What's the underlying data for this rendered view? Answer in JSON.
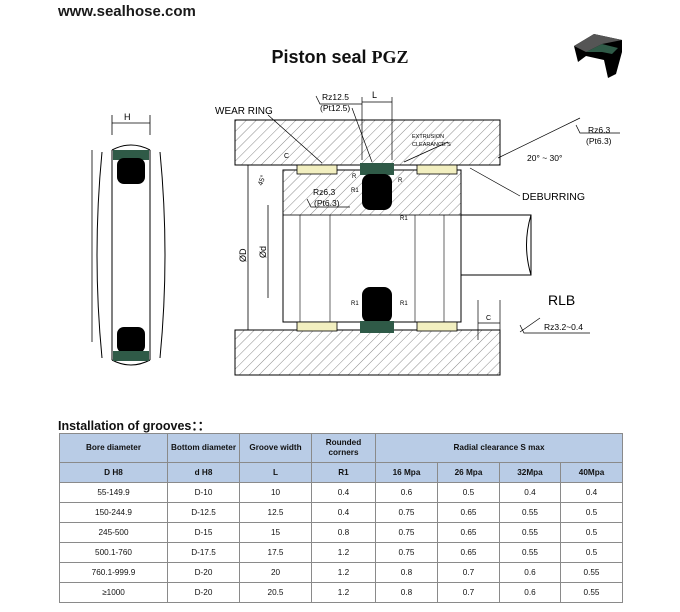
{
  "header": {
    "site_url": "www.sealhose.com",
    "title_main": "Piston seal",
    "title_code": "PGZ"
  },
  "drawing_labels": {
    "h": "H",
    "l": "L",
    "wear_ring": "WEAR RING",
    "rz_top": "Rz12.5",
    "pt_top": "(Pt12.5)",
    "extrusion_1": "EXTRUSION",
    "extrusion_2": "CLEARANCE S",
    "rz_right": "Rz6.3",
    "pt_right": "(Pt6.3)",
    "angle": "20° ~ 30°",
    "c": "C",
    "deg45": "45°",
    "r": "R",
    "rz_mid": "Rz6.3",
    "pt_mid": "(Pt6.3)",
    "r1": "R1",
    "deburring": "DEBURRING",
    "od": "ØD",
    "od2": "Ød",
    "rlb": "RLB",
    "c2": "C",
    "rz_bottom": "Rz3.2~0.4"
  },
  "table": {
    "section_label": "Installation of grooves：：",
    "headers": {
      "bore": "Bore diameter",
      "bottom": "Bottom diameter",
      "groove": "Groove width",
      "rounded": "Rounded corners",
      "radial": "Radial clearance S max"
    },
    "subheaders": [
      "D H8",
      "d H8",
      "L",
      "R1",
      "16 Mpa",
      "26 Mpa",
      "32Mpa",
      "40Mpa"
    ],
    "rows": [
      [
        "55-149.9",
        "D-10",
        "10",
        "0.4",
        "0.6",
        "0.5",
        "0.4",
        "0.4"
      ],
      [
        "150-244.9",
        "D-12.5",
        "12.5",
        "0.4",
        "0.75",
        "0.65",
        "0.55",
        "0.5"
      ],
      [
        "245-500",
        "D-15",
        "15",
        "0.8",
        "0.75",
        "0.65",
        "0.55",
        "0.5"
      ],
      [
        "500.1-760",
        "D-17.5",
        "17.5",
        "1.2",
        "0.75",
        "0.65",
        "0.55",
        "0.5"
      ],
      [
        "760.1-999.9",
        "D-20",
        "20",
        "1.2",
        "0.8",
        "0.7",
        "0.6",
        "0.55"
      ],
      [
        "≥1000",
        "D-20",
        "20.5",
        "1.2",
        "0.8",
        "0.7",
        "0.6",
        "0.55"
      ]
    ]
  },
  "colors": {
    "seal_dark": "#000000",
    "seal_green": "#2f5a47",
    "wear_ring": "#f2efc0",
    "header_blue": "#b9cce6"
  }
}
